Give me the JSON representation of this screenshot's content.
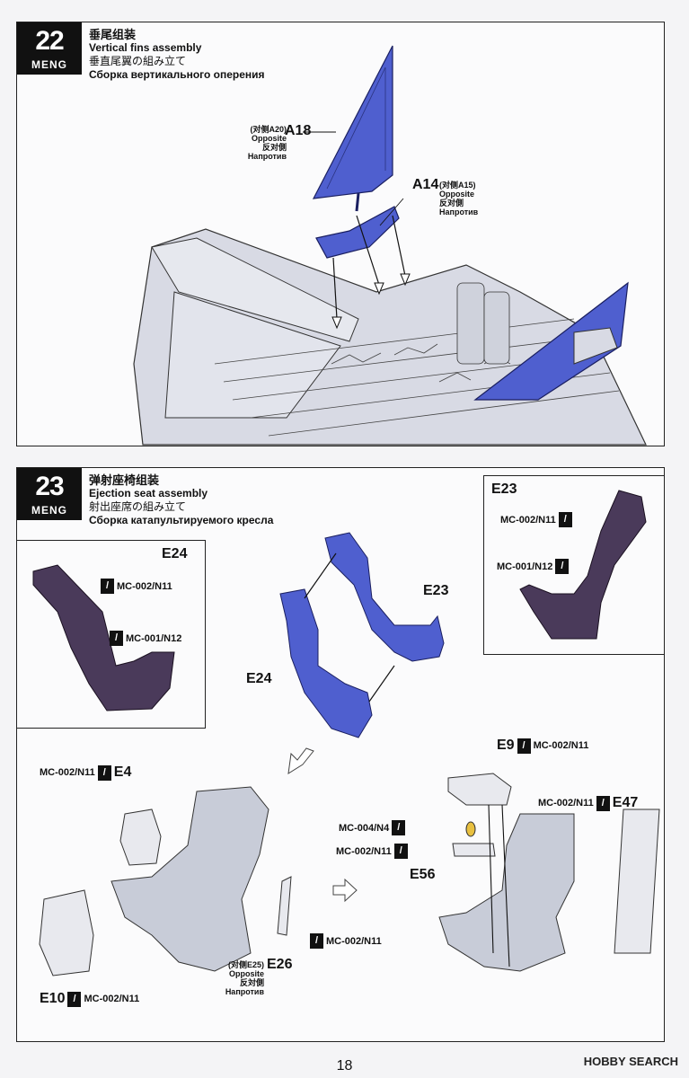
{
  "step22": {
    "number": "22",
    "brand": "MENG",
    "title_zh": "垂尾组装",
    "title_en": "Vertical fins assembly",
    "title_ja": "垂直尾翼の組み立て",
    "title_ru": "Сборка вертикального оперения",
    "part_a18": "A18",
    "a18_opposite_cn": "(对侧A20)",
    "a18_opposite_en": "Opposite",
    "a18_opposite_ja": "反对側",
    "a18_opposite_ru": "Напротив",
    "part_a14": "A14",
    "a14_opposite_cn": "(对侧A15)",
    "a14_opposite_en": "Opposite",
    "a14_opposite_ja": "反对側",
    "a14_opposite_ru": "Напротив"
  },
  "step23": {
    "number": "23",
    "brand": "MENG",
    "title_zh": "弹射座椅组装",
    "title_en": "Ejection seat assembly",
    "title_ja": "射出座席の組み立て",
    "title_ru": "Сборка катапультируемого кресла",
    "e24_box": {
      "title": "E24",
      "tool1": "MC-002/N11",
      "tool2": "MC-001/N12"
    },
    "e23_box": {
      "title": "E23",
      "tool1": "MC-002/N11",
      "tool2": "MC-001/N12"
    },
    "center": {
      "e23": "E23",
      "e24": "E24"
    },
    "left": {
      "e4_tool": "MC-002/N11",
      "e4": "E4",
      "e10": "E10",
      "e10_tool": "MC-002/N11",
      "e26_opposite_cn": "(对侧E25)",
      "e26_opposite_en": "Opposite",
      "e26_opposite_ja": "反対側",
      "e26_opposite_ru": "Напротив",
      "e26": "E26",
      "e26_tool": "MC-002/N11"
    },
    "right": {
      "e9": "E9",
      "e9_tool": "MC-002/N11",
      "e47_tool": "MC-002/N11",
      "e47": "E47",
      "e56_tool1": "MC-004/N4",
      "e56_tool2": "MC-002/N11",
      "e56": "E56"
    }
  },
  "page_number": "18",
  "watermark": "HOBBY SEARCH",
  "colors": {
    "blue_part": "#4f5fcf",
    "purple_part": "#4a3a5a",
    "gray_part": "#c8ccd8"
  }
}
